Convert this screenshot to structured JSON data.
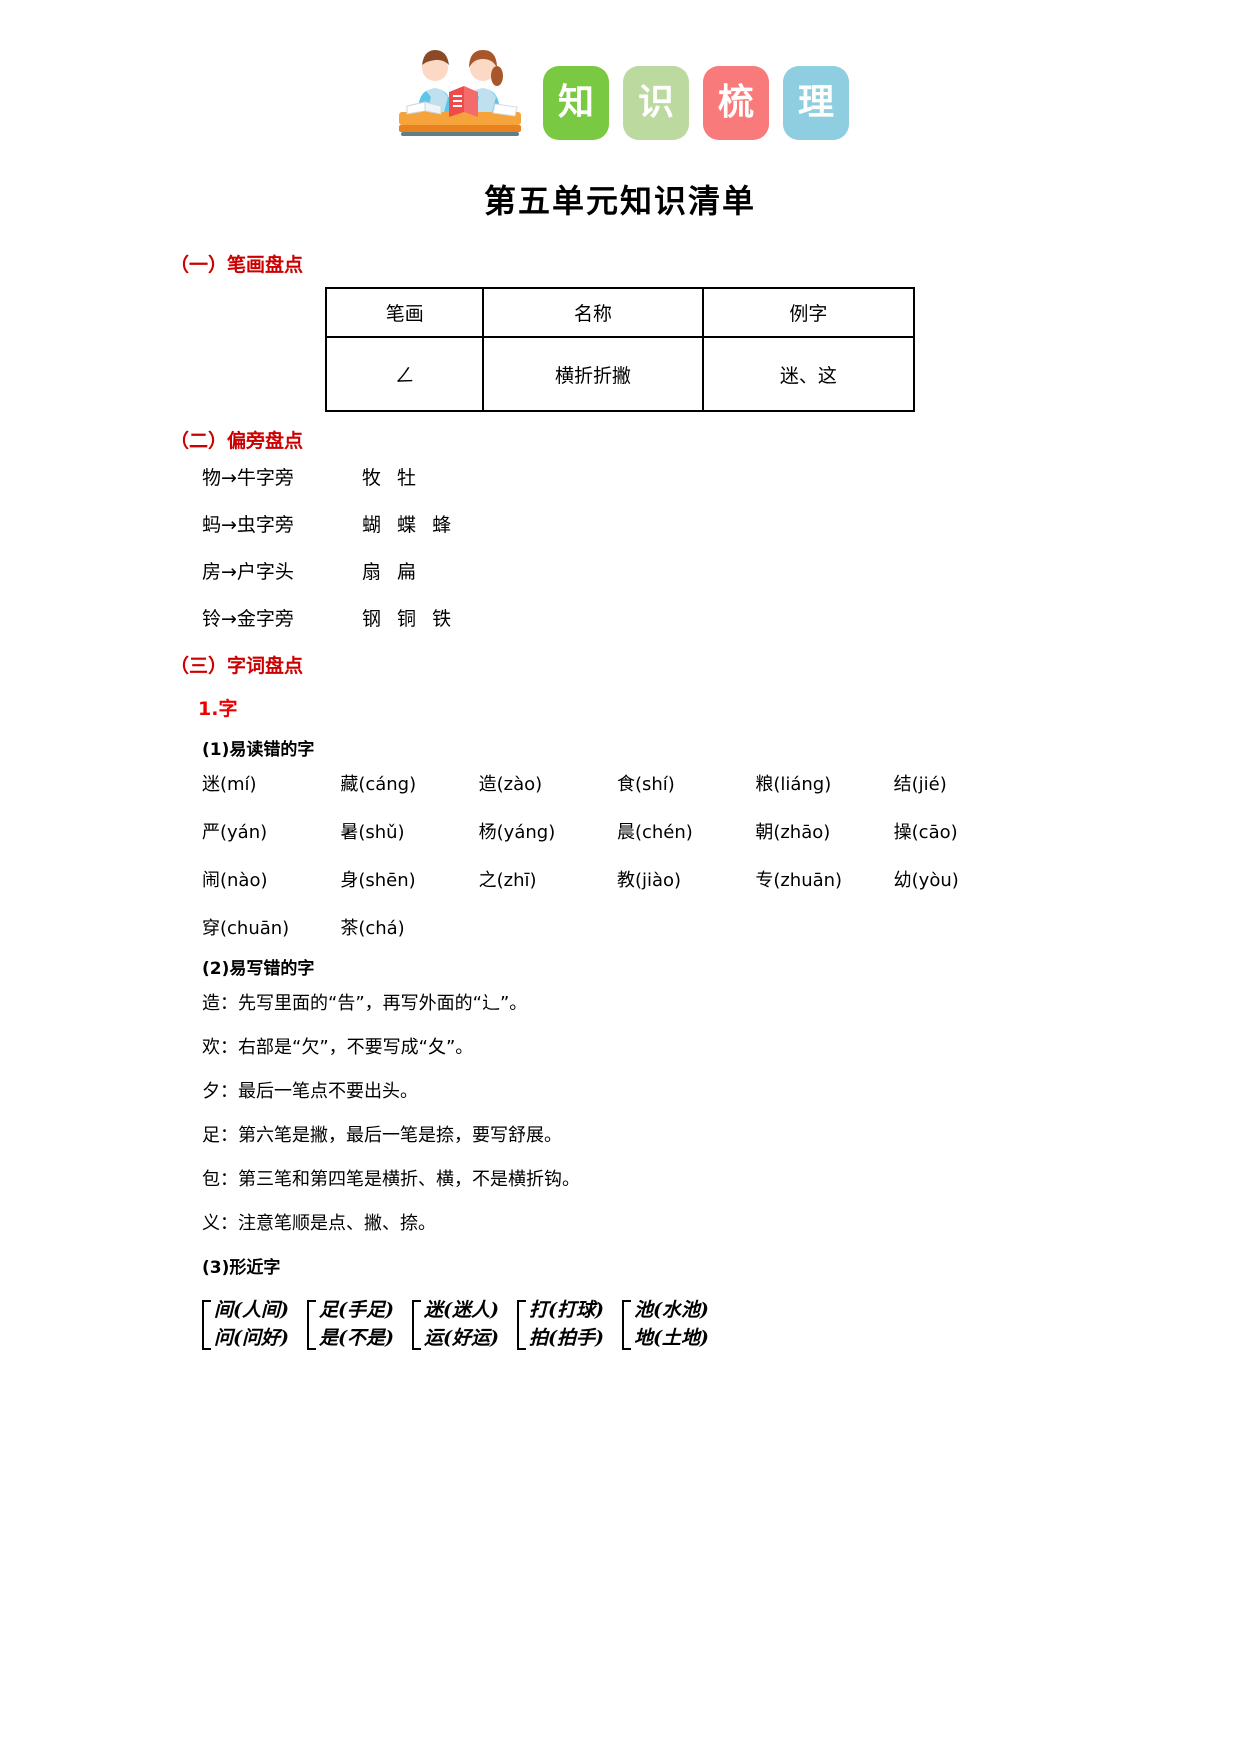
{
  "header": {
    "illustration_name": "two-students-reading-illustration",
    "tiles": [
      {
        "char": "知",
        "color": "#7ac943"
      },
      {
        "char": "识",
        "color": "#bcd9a0"
      },
      {
        "char": "梳",
        "color": "#f87a7a"
      },
      {
        "char": "理",
        "color": "#8fcde0"
      }
    ]
  },
  "title": "第五单元知识清单",
  "section_one": {
    "heading": "（一）笔画盘点",
    "table": {
      "columns": [
        "笔画",
        "名称",
        "例字"
      ],
      "rows": [
        {
          "stroke": "𠃋",
          "name": "横折折撇",
          "examples": "迷、这"
        }
      ]
    }
  },
  "section_two": {
    "heading": "（二）偏旁盘点",
    "rows": [
      {
        "map": "物→牛字旁",
        "examples": "牧 牡"
      },
      {
        "map": "蚂→虫字旁",
        "examples": "蝴 蝶 蜂"
      },
      {
        "map": "房→户字头",
        "examples": "扇 扁"
      },
      {
        "map": "铃→金字旁",
        "examples": "钢 铜 铁"
      }
    ]
  },
  "section_three": {
    "heading": "（三）字词盘点",
    "sub_heading": "1.字",
    "part_one": {
      "label": "(1)易读错的字",
      "items": [
        "迷(mí)",
        "藏(cáng)",
        "造(zào)",
        "食(shí)",
        "粮(liáng)",
        "结(jié)",
        "严(yán)",
        "暑(shǔ)",
        "杨(yáng)",
        "晨(chén)",
        "朝(zhāo)",
        "操(cāo)",
        "闹(nào)",
        "身(shēn)",
        "之(zhī)",
        "教(jiào)",
        "专(zhuān)",
        "幼(yòu)",
        "穿(chuān)",
        "茶(chá)"
      ]
    },
    "part_two": {
      "label": "(2)易写错的字",
      "notes": [
        "造：先写里面的“告”，再写外面的“辶”。",
        "欢：右部是“欠”，不要写成“夂”。",
        "夕：最后一笔点不要出头。",
        "足：第六笔是撇，最后一笔是捺，要写舒展。",
        "包：第三笔和第四笔是横折、横，不是横折钩。",
        "义：注意笔顺是点、撇、捺。"
      ]
    },
    "part_three": {
      "label": "(3)形近字",
      "groups": [
        {
          "top": "间(人间)",
          "bottom": "问(问好)"
        },
        {
          "top": "足(手足)",
          "bottom": "是(不是)"
        },
        {
          "top": "迷(迷人)",
          "bottom": "运(好运)"
        },
        {
          "top": "打(打球)",
          "bottom": "拍(拍手)"
        },
        {
          "top": "池(水池)",
          "bottom": "地(土地)"
        }
      ]
    }
  }
}
